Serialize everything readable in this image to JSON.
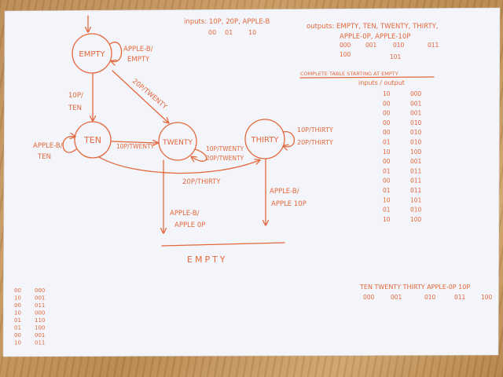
{
  "inputs_line": "inputs: 10P, 20P, APPLE-B",
  "inputs_codes": [
    "00",
    "01",
    "10"
  ],
  "outputs_line1": "outputs: EMPTY, TEN, TWENTY, THIRTY,",
  "outputs_line2": "APPLE-0P, APPLE-10P",
  "outputs_codes_row1": [
    "000",
    "001",
    "010",
    "011"
  ],
  "outputs_codes_row2": [
    "100",
    "101"
  ],
  "table_title": "COMPLETE TABLE STARTING AT EMPTY",
  "table_header": "inputs / output",
  "table_rows": [
    [
      "10",
      "000"
    ],
    [
      "00",
      "001"
    ],
    [
      "00",
      "001"
    ],
    [
      "00",
      "010"
    ],
    [
      "00",
      "010"
    ],
    [
      "01",
      "010"
    ],
    [
      "10",
      "100"
    ],
    [
      "00",
      "001"
    ],
    [
      "01",
      "011"
    ],
    [
      "00",
      "011"
    ],
    [
      "01",
      "011"
    ],
    [
      "10",
      "101"
    ],
    [
      "01",
      "010"
    ],
    [
      "10",
      "100"
    ]
  ],
  "states": {
    "empty": "EMPTY",
    "ten": "TEN",
    "twenty": "TWENTY",
    "thirty": "THIRTY"
  },
  "transitions": {
    "empty_self": "APPLE-B/",
    "empty_self_2": "EMPTY",
    "empty_to_ten": "10P/",
    "empty_to_ten_2": "TEN",
    "empty_to_twenty": "20P/TWENTY",
    "ten_self": "APPLE-B/",
    "ten_self_2": "TEN",
    "ten_to_twenty": "10P/TWENTY",
    "twenty_self": "10P/TWENTY",
    "twenty_self_2": "20P/TWENTY",
    "ten_to_thirty": "20P/THIRTY",
    "thirty_self": "10P/THIRTY",
    "thirty_self_2": "20P/THIRTY",
    "twenty_apple": "APPLE-B/",
    "twenty_apple_2": "APPLE 0P",
    "thirty_apple": "APPLE-B/",
    "thirty_apple_2": "APPLE 10P"
  },
  "bottom_state": "EMPTY",
  "bottom_left_rows": [
    [
      "00",
      "000"
    ],
    [
      "10",
      "001"
    ],
    [
      "00",
      "011"
    ],
    [
      "10",
      "000"
    ],
    [
      "01",
      "110"
    ],
    [
      "01",
      "100"
    ],
    [
      "00",
      "001"
    ],
    [
      "10",
      "011"
    ]
  ],
  "bottom_right_labels": "TEN TWENTY THIRTY APPLE-0P 10P",
  "bottom_right_codes": [
    "000",
    "001",
    "010",
    "011",
    "100"
  ]
}
